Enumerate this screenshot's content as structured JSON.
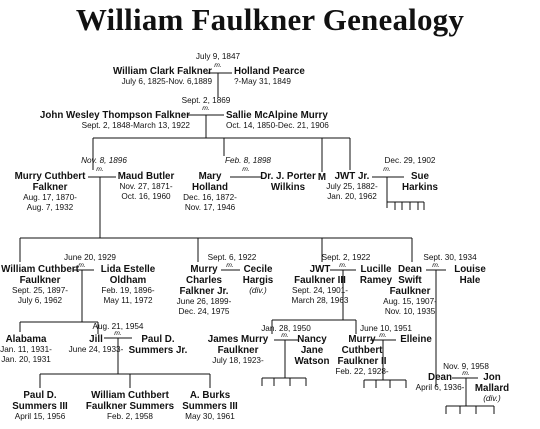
{
  "title": "William Faulkner Genealogy",
  "marriage_mark": "m.",
  "gen1": {
    "date": "July 9, 1847",
    "husband": {
      "name": "William Clark Falkner",
      "dates": "July 6, 1825-Nov. 6,1889"
    },
    "wife": {
      "name": "Holland Pearce",
      "dates": "?-May 31, 1849"
    }
  },
  "gen2": {
    "date": "Sept. 2, 1869",
    "husband": {
      "name": "John Wesley Thompson Falkner",
      "dates": "Sept. 2, 1848-March 13, 1922"
    },
    "wife": {
      "name": "Sallie McAlpine Murry",
      "dates": "Oct. 14, 1850-Dec. 21, 1906"
    }
  },
  "gen3": {
    "murry_date": "Nov. 8, 1896",
    "murry": {
      "name1": "Murry Cuthbert",
      "name2": "Falkner",
      "d1": "Aug. 17, 1870-",
      "d2": "Aug. 7, 1932"
    },
    "maud": {
      "name": "Maud Butler",
      "d1": "Nov. 27, 1871-",
      "d2": "Oct. 16, 1960"
    },
    "mary_date": "Feb. 8, 1898",
    "mary": {
      "name1": "Mary",
      "name2": "Holland",
      "d1": "Dec. 16, 1872-",
      "d2": "Nov. 17, 1946"
    },
    "porter": {
      "name1": "Dr. J. Porter",
      "name2": "Wilkins"
    },
    "m_child": "M",
    "jwt_date": "Dec. 29, 1902",
    "jwt": {
      "name": "JWT Jr.",
      "d1": "July 25, 1882-",
      "d2": "Jan. 20, 1962"
    },
    "sue": {
      "name1": "Sue",
      "name2": "Harkins"
    }
  },
  "gen4": {
    "william": {
      "date": "June 20, 1929",
      "name1": "William Cuthbert",
      "name2": "Faulkner",
      "d1": "Sept. 25, 1897-",
      "d2": "July 6, 1962"
    },
    "estelle": {
      "name1": "Lida Estelle",
      "name2": "Oldham",
      "d1": "Feb. 19, 1896-",
      "d2": "May 11, 1972"
    },
    "murry": {
      "date": "Sept. 6, 1922",
      "name1": "Murry",
      "name2": "Charles",
      "name3": "Falkner Jr.",
      "d1": "June 26, 1899-",
      "d2": "Dec. 24, 1975"
    },
    "cecile": {
      "name1": "Cecile",
      "name2": "Hargis",
      "note": "(div.)"
    },
    "jwt": {
      "date": "Sept. 2, 1922",
      "name1": "JWT",
      "name2": "Faulkner III",
      "d1": "Sept. 24, 1901-",
      "d2": "March 28, 1963"
    },
    "lucille": {
      "name1": "Lucille",
      "name2": "Ramey"
    },
    "dean": {
      "date": "Sept. 30, 1934",
      "name1": "Dean",
      "name2": "Swift",
      "name3": "Faulkner",
      "d1": "Aug. 15, 1907-",
      "d2": "Nov. 10, 1935"
    },
    "louise": {
      "name1": "Louise",
      "name2": "Hale"
    }
  },
  "gen5": {
    "alabama": {
      "name": "Alabama",
      "d1": "Jan. 11, 1931-",
      "d2": "Jan. 20, 1931"
    },
    "jill": {
      "date": "Aug. 21, 1954",
      "name": "Jill",
      "dates": "June 24, 1933-"
    },
    "paul": {
      "name1": "Paul D.",
      "name2": "Summers Jr."
    },
    "james": {
      "date": "Jan. 28, 1950",
      "name1": "James Murry",
      "name2": "Faulkner",
      "dates": "July 18, 1923-"
    },
    "nancy": {
      "name1": "Nancy",
      "name2": "Jane",
      "name3": "Watson"
    },
    "murry": {
      "date": "June 10, 1951",
      "name1": "Murry",
      "name2": "Cuthbert",
      "name3": "Faulkner II",
      "dates": "Feb. 22, 1928-"
    },
    "elleine": {
      "name": "Elleine"
    },
    "dean": {
      "date": "Nov. 9, 1958",
      "name": "Dean",
      "dates": "April 6, 1936-"
    },
    "jon": {
      "name1": "Jon",
      "name2": "Mallard",
      "note": "(div.)"
    }
  },
  "gen6": {
    "paul3": {
      "name1": "Paul D.",
      "name2": "Summers III",
      "dates": "April 15, 1956"
    },
    "william": {
      "name1": "William Cuthbert",
      "name2": "Faulkner Summers",
      "dates": "Feb. 2, 1958"
    },
    "burks": {
      "name1": "A. Burks",
      "name2": "Summers III",
      "dates": "May 30, 1961"
    }
  }
}
